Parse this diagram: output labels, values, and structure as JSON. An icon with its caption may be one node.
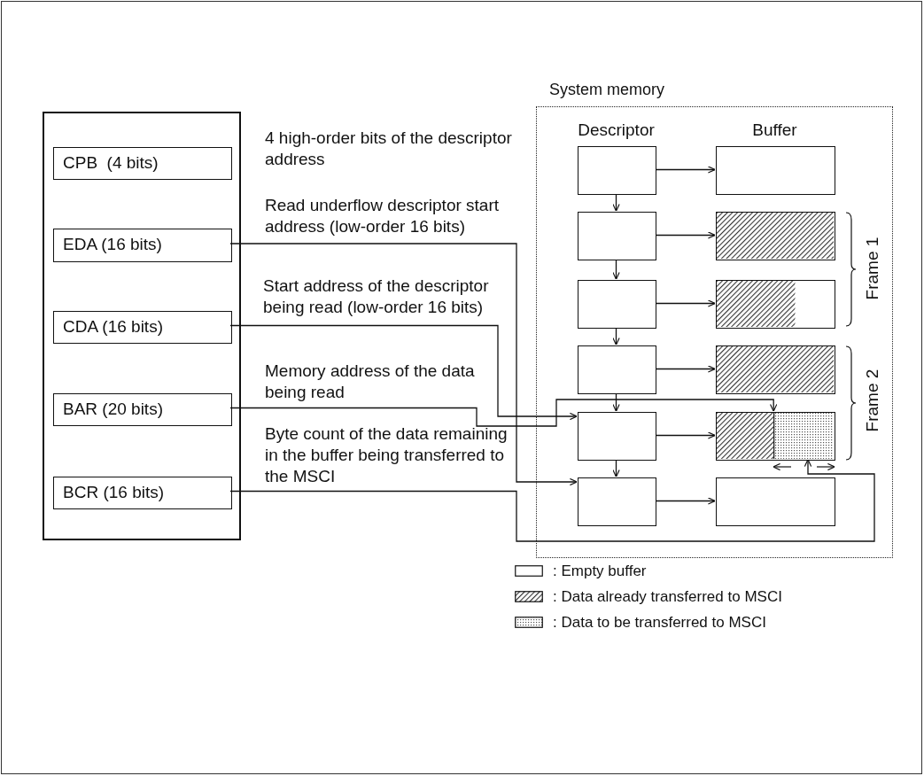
{
  "diagram": {
    "nodes": [
      {
        "text": [],
        "shape": "box"
      },
      {
        "text": [
          "CPB  (4 bits)"
        ],
        "in": 0
      },
      {
        "text": [
          "EDA (16 bits)"
        ],
        "in": 0
      },
      {
        "text": [
          "CDA (16 bits)"
        ],
        "in": 0
      },
      {
        "text": [
          "BAR (20 bits)"
        ],
        "in": 0
      },
      {
        "text": [
          "BCR (16 bits)"
        ],
        "in": 0
      },
      {
        "text": [
          "System memory"
        ]
      },
      {
        "text": [],
        "shape": "box",
        "in": 6
      },
      {
        "text": [],
        "shape": "box",
        "in": 6
      },
      {
        "text": [],
        "shape": "box",
        "in": 6
      },
      {
        "text": [],
        "shape": "box",
        "in": 6
      },
      {
        "text": [],
        "shape": "box",
        "in": 6
      },
      {
        "text": [],
        "shape": "box",
        "in": 6
      },
      {
        "text": [],
        "shape": "box",
        "in": 6
      },
      {
        "text": [],
        "shape": "box",
        "in": 6
      },
      {
        "text": [],
        "shape": "box",
        "in": 6
      },
      {
        "text": [],
        "shape": "box",
        "in": 6
      },
      {
        "text": [],
        "shape": "box",
        "in": 6
      },
      {
        "text": [],
        "shape": "box",
        "in": 6
      }
    ],
    "edges": [
      {
        "from": 7,
        "to": 8,
        "arrow": "to"
      },
      {
        "from": 8,
        "to": 9,
        "arrow": "to"
      },
      {
        "from": 9,
        "to": 10,
        "arrow": "to"
      },
      {
        "from": 10,
        "to": 11,
        "arrow": "to"
      },
      {
        "from": 11,
        "to": 12,
        "arrow": "to"
      },
      {
        "from": 7,
        "to": 13,
        "arrow": "to"
      },
      {
        "from": 8,
        "to": 14,
        "arrow": "to"
      },
      {
        "from": 9,
        "to": 15,
        "arrow": "to"
      },
      {
        "from": 10,
        "to": 16,
        "arrow": "to"
      },
      {
        "from": 11,
        "to": 17,
        "arrow": "to"
      },
      {
        "from": 12,
        "to": 18,
        "arrow": "to"
      },
      {
        "from": 2,
        "to": 12,
        "arrow": "to"
      },
      {
        "from": 3,
        "to": 11,
        "arrow": "to"
      },
      {
        "from": 4,
        "to": 17,
        "arrow": "to"
      },
      {
        "from": 5,
        "to": 17,
        "arrow": "to"
      }
    ],
    "labels": [
      "4 high-order bits of the descriptor address",
      "Descriptor",
      "Buffer",
      "Read underflow descriptor start address (low-order 16 bits)",
      "Frame 1",
      "Start address of the descriptor being read (low-order 16 bits)",
      "Frame 2",
      "Memory address of the data being read",
      "Byte count of the data remaining in the buffer being transferred to the MSCI"
    ],
    "legend": [
      {
        "text": ": Empty buffer"
      },
      {
        "text": ": Data already transferred to MSCI"
      },
      {
        "text": ": Data to be transferred to MSCI"
      }
    ]
  }
}
